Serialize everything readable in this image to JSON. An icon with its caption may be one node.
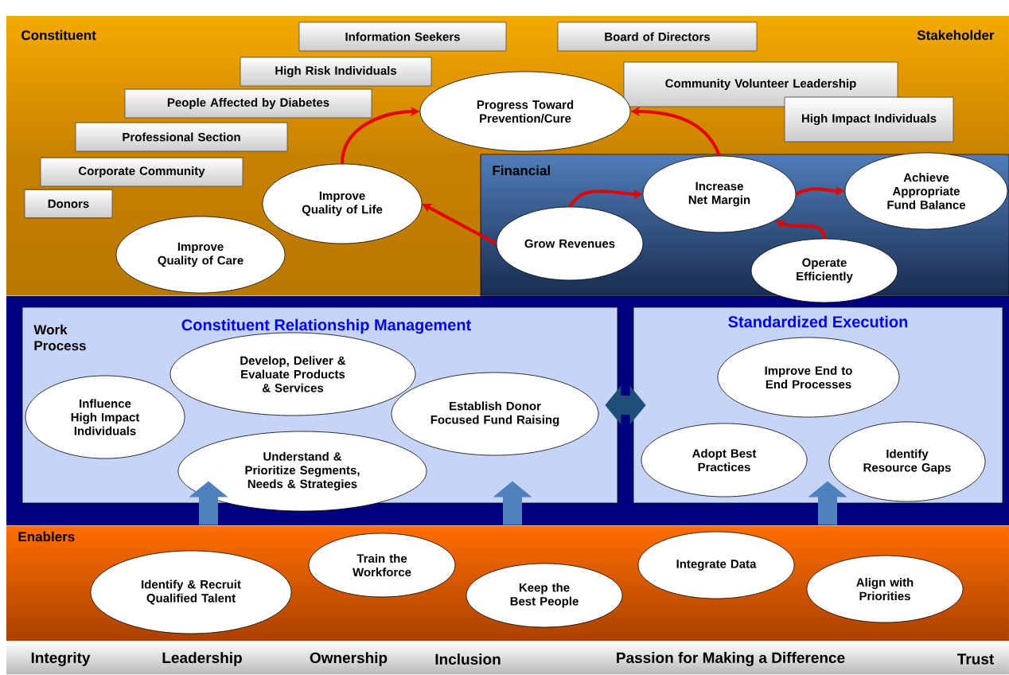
{
  "diagram": {
    "nodes": [
      {
        "text": [
          "Constituent",
          "Stakeholder"
        ]
      },
      {
        "text": [
          "Information Seekers"
        ],
        "in": 0
      },
      {
        "text": [
          "Board of Directors"
        ],
        "in": 0
      },
      {
        "text": [
          "High Risk Individuals"
        ],
        "in": 0
      },
      {
        "text": [
          "Community Volunteer Leadership"
        ],
        "in": 0
      },
      {
        "text": [
          "People Affected by Diabetes"
        ],
        "in": 0
      },
      {
        "text": [
          "High Impact Individuals"
        ],
        "in": 0
      },
      {
        "text": [
          "Professional Section"
        ],
        "in": 0
      },
      {
        "text": [
          "Corporate Community"
        ],
        "in": 0
      },
      {
        "text": [
          "Donors"
        ],
        "in": 0
      },
      {
        "text": [
          "Progress Toward Prevention/Cure"
        ],
        "in": 0
      },
      {
        "text": [
          "Improve Quality of Life"
        ],
        "in": 0
      },
      {
        "text": [
          "Improve Quality of Care"
        ],
        "in": 0
      },
      {
        "text": [
          "Financial"
        ],
        "in": 0
      },
      {
        "text": [
          "Grow Revenues"
        ],
        "in": 13
      },
      {
        "text": [
          "Increase Net Margin"
        ],
        "in": 13
      },
      {
        "text": [
          "Achieve Appropriate Fund Balance"
        ],
        "in": 13
      },
      {
        "text": [
          "Operate Efficiently"
        ],
        "in": 13
      },
      {
        "text": [
          "Work Process",
          "Constituent Relationship Management"
        ]
      },
      {
        "text": [
          "Influence High Impact Individuals"
        ],
        "in": 18
      },
      {
        "text": [
          "Develop, Deliver & Evaluate Products & Services"
        ],
        "in": 18
      },
      {
        "text": [
          "Understand & Prioritize Segments, Needs & Strategies"
        ],
        "in": 18
      },
      {
        "text": [
          "Establish Donor Focused Fund Raising"
        ],
        "in": 18
      },
      {
        "text": [
          "Standardized Execution"
        ]
      },
      {
        "text": [
          "Improve End to End Processes"
        ],
        "in": 23
      },
      {
        "text": [
          "Adopt Best Practices"
        ],
        "in": 23
      },
      {
        "text": [
          "Identify Resource Gaps"
        ],
        "in": 23
      },
      {
        "text": [
          "Enablers"
        ]
      },
      {
        "text": [
          "Identify & Recruit Qualified Talent"
        ],
        "in": 27
      },
      {
        "text": [
          "Train the Workforce"
        ],
        "in": 27
      },
      {
        "text": [
          "Keep the Best People"
        ],
        "in": 27
      },
      {
        "text": [
          "Integrate Data"
        ],
        "in": 27
      },
      {
        "text": [
          "Align with Priorities"
        ],
        "in": 27
      }
    ],
    "edges": [
      {
        "from": 11,
        "to": 10,
        "arrow": "to"
      },
      {
        "from": 15,
        "to": 10,
        "arrow": "to"
      },
      {
        "from": 14,
        "to": 11,
        "arrow": "to"
      },
      {
        "from": 14,
        "to": 15,
        "arrow": "to"
      },
      {
        "from": 15,
        "to": 16,
        "arrow": "to"
      },
      {
        "from": 17,
        "to": 15,
        "arrow": "to"
      },
      {
        "from": 27,
        "to": 18,
        "arrow": "to",
        "style": "thick",
        "color": "#4f81bd"
      },
      {
        "from": 27,
        "to": 18,
        "arrow": "to",
        "style": "thick",
        "color": "#4f81bd"
      },
      {
        "from": 27,
        "to": 23,
        "arrow": "to",
        "style": "thick",
        "color": "#4f81bd"
      },
      {
        "from": 18,
        "to": 23,
        "arrow": "both",
        "style": "thick",
        "color": "#1f4e79"
      }
    ],
    "labels": [
      "Integrity",
      "Leadership",
      "Ownership",
      "Inclusion",
      "Passion for Making a Difference",
      "Trust"
    ]
  }
}
